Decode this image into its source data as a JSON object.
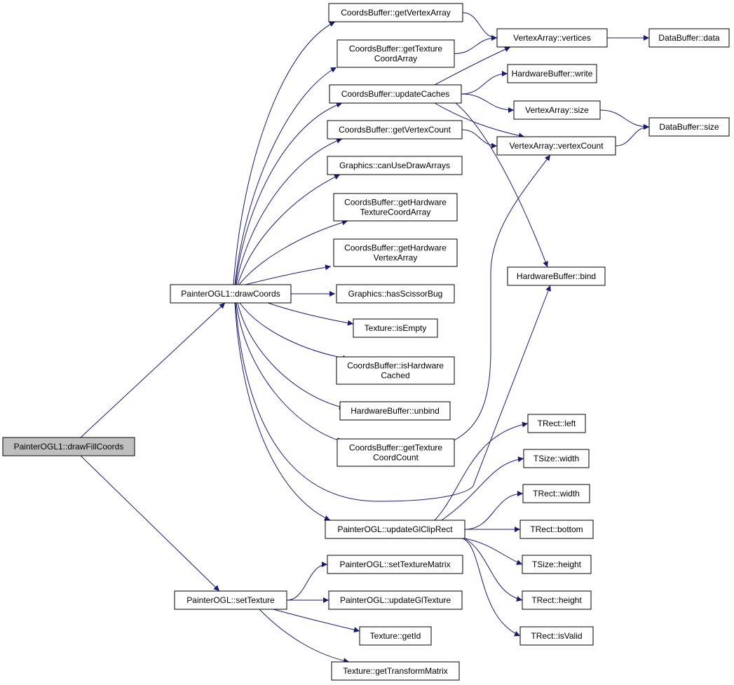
{
  "colors": {
    "edge": "#191970",
    "node_fill": "#ffffff",
    "root_fill": "#bfbfbf",
    "border": "#000000"
  },
  "nodes": [
    {
      "id": "root",
      "lines": [
        "PainterOGL1::drawFillCoords"
      ],
      "root": true
    },
    {
      "id": "drawCoords",
      "lines": [
        "PainterOGL1::drawCoords"
      ]
    },
    {
      "id": "setTexture",
      "lines": [
        "PainterOGL::setTexture"
      ]
    },
    {
      "id": "getVertexArray",
      "lines": [
        "CoordsBuffer::getVertexArray"
      ]
    },
    {
      "id": "getTextureCoordArray",
      "lines": [
        "CoordsBuffer::getTexture",
        "CoordArray"
      ]
    },
    {
      "id": "updateCaches",
      "lines": [
        "CoordsBuffer::updateCaches"
      ]
    },
    {
      "id": "getVertexCount",
      "lines": [
        "CoordsBuffer::getVertexCount"
      ]
    },
    {
      "id": "canUseDrawArrays",
      "lines": [
        "Graphics::canUseDrawArrays"
      ]
    },
    {
      "id": "getHwTexCoordArray",
      "lines": [
        "CoordsBuffer::getHardware",
        "TextureCoordArray"
      ]
    },
    {
      "id": "getHwVertexArray",
      "lines": [
        "CoordsBuffer::getHardware",
        "VertexArray"
      ]
    },
    {
      "id": "hasScissorBug",
      "lines": [
        "Graphics::hasScissorBug"
      ]
    },
    {
      "id": "isEmpty",
      "lines": [
        "Texture::isEmpty"
      ]
    },
    {
      "id": "isHardwareCached",
      "lines": [
        "CoordsBuffer::isHardware",
        "Cached"
      ]
    },
    {
      "id": "hwUnbind",
      "lines": [
        "HardwareBuffer::unbind"
      ]
    },
    {
      "id": "getTextureCoordCount",
      "lines": [
        "CoordsBuffer::getTexture",
        "CoordCount"
      ]
    },
    {
      "id": "updateGlClipRect",
      "lines": [
        "PainterOGL::updateGlClipRect"
      ]
    },
    {
      "id": "setTextureMatrix",
      "lines": [
        "PainterOGL::setTextureMatrix"
      ]
    },
    {
      "id": "updateGlTexture",
      "lines": [
        "PainterOGL::updateGlTexture"
      ]
    },
    {
      "id": "getId",
      "lines": [
        "Texture::getId"
      ]
    },
    {
      "id": "getTransformMatrix",
      "lines": [
        "Texture::getTransformMatrix"
      ]
    },
    {
      "id": "vertices",
      "lines": [
        "VertexArray::vertices"
      ]
    },
    {
      "id": "hwWrite",
      "lines": [
        "HardwareBuffer::write"
      ]
    },
    {
      "id": "vaSize",
      "lines": [
        "VertexArray::size"
      ]
    },
    {
      "id": "vertexCount",
      "lines": [
        "VertexArray::vertexCount"
      ]
    },
    {
      "id": "hwBind",
      "lines": [
        "HardwareBuffer::bind"
      ]
    },
    {
      "id": "dbData",
      "lines": [
        "DataBuffer::data"
      ]
    },
    {
      "id": "dbSize",
      "lines": [
        "DataBuffer::size"
      ]
    },
    {
      "id": "rectLeft",
      "lines": [
        "TRect::left"
      ]
    },
    {
      "id": "sizeWidth",
      "lines": [
        "TSize::width"
      ]
    },
    {
      "id": "rectWidth",
      "lines": [
        "TRect::width"
      ]
    },
    {
      "id": "rectBottom",
      "lines": [
        "TRect::bottom"
      ]
    },
    {
      "id": "sizeHeight",
      "lines": [
        "TSize::height"
      ]
    },
    {
      "id": "rectHeight",
      "lines": [
        "TRect::height"
      ]
    },
    {
      "id": "rectIsValid",
      "lines": [
        "TRect::isValid"
      ]
    }
  ],
  "edges": [
    [
      "root",
      "drawCoords"
    ],
    [
      "root",
      "setTexture"
    ],
    [
      "drawCoords",
      "getVertexArray"
    ],
    [
      "drawCoords",
      "getTextureCoordArray"
    ],
    [
      "drawCoords",
      "updateCaches"
    ],
    [
      "drawCoords",
      "getVertexCount"
    ],
    [
      "drawCoords",
      "canUseDrawArrays"
    ],
    [
      "drawCoords",
      "getHwTexCoordArray"
    ],
    [
      "drawCoords",
      "getHwVertexArray"
    ],
    [
      "drawCoords",
      "hasScissorBug"
    ],
    [
      "drawCoords",
      "isEmpty"
    ],
    [
      "drawCoords",
      "isHardwareCached"
    ],
    [
      "drawCoords",
      "hwUnbind"
    ],
    [
      "drawCoords",
      "getTextureCoordCount"
    ],
    [
      "drawCoords",
      "hwBind"
    ],
    [
      "drawCoords",
      "updateGlClipRect"
    ],
    [
      "getVertexArray",
      "vertices"
    ],
    [
      "getTextureCoordArray",
      "vertices"
    ],
    [
      "updateCaches",
      "vertices"
    ],
    [
      "updateCaches",
      "hwWrite"
    ],
    [
      "updateCaches",
      "vaSize"
    ],
    [
      "updateCaches",
      "vertexCount"
    ],
    [
      "updateCaches",
      "hwBind"
    ],
    [
      "getVertexCount",
      "vertexCount"
    ],
    [
      "getTextureCoordCount",
      "vertexCount"
    ],
    [
      "vertices",
      "dbData"
    ],
    [
      "vaSize",
      "dbSize"
    ],
    [
      "vertexCount",
      "dbSize"
    ],
    [
      "updateGlClipRect",
      "rectLeft"
    ],
    [
      "updateGlClipRect",
      "sizeWidth"
    ],
    [
      "updateGlClipRect",
      "rectWidth"
    ],
    [
      "updateGlClipRect",
      "rectBottom"
    ],
    [
      "updateGlClipRect",
      "sizeHeight"
    ],
    [
      "updateGlClipRect",
      "rectHeight"
    ],
    [
      "updateGlClipRect",
      "rectIsValid"
    ],
    [
      "setTexture",
      "setTextureMatrix"
    ],
    [
      "setTexture",
      "updateGlTexture"
    ],
    [
      "setTexture",
      "getId"
    ],
    [
      "setTexture",
      "getTransformMatrix"
    ]
  ]
}
